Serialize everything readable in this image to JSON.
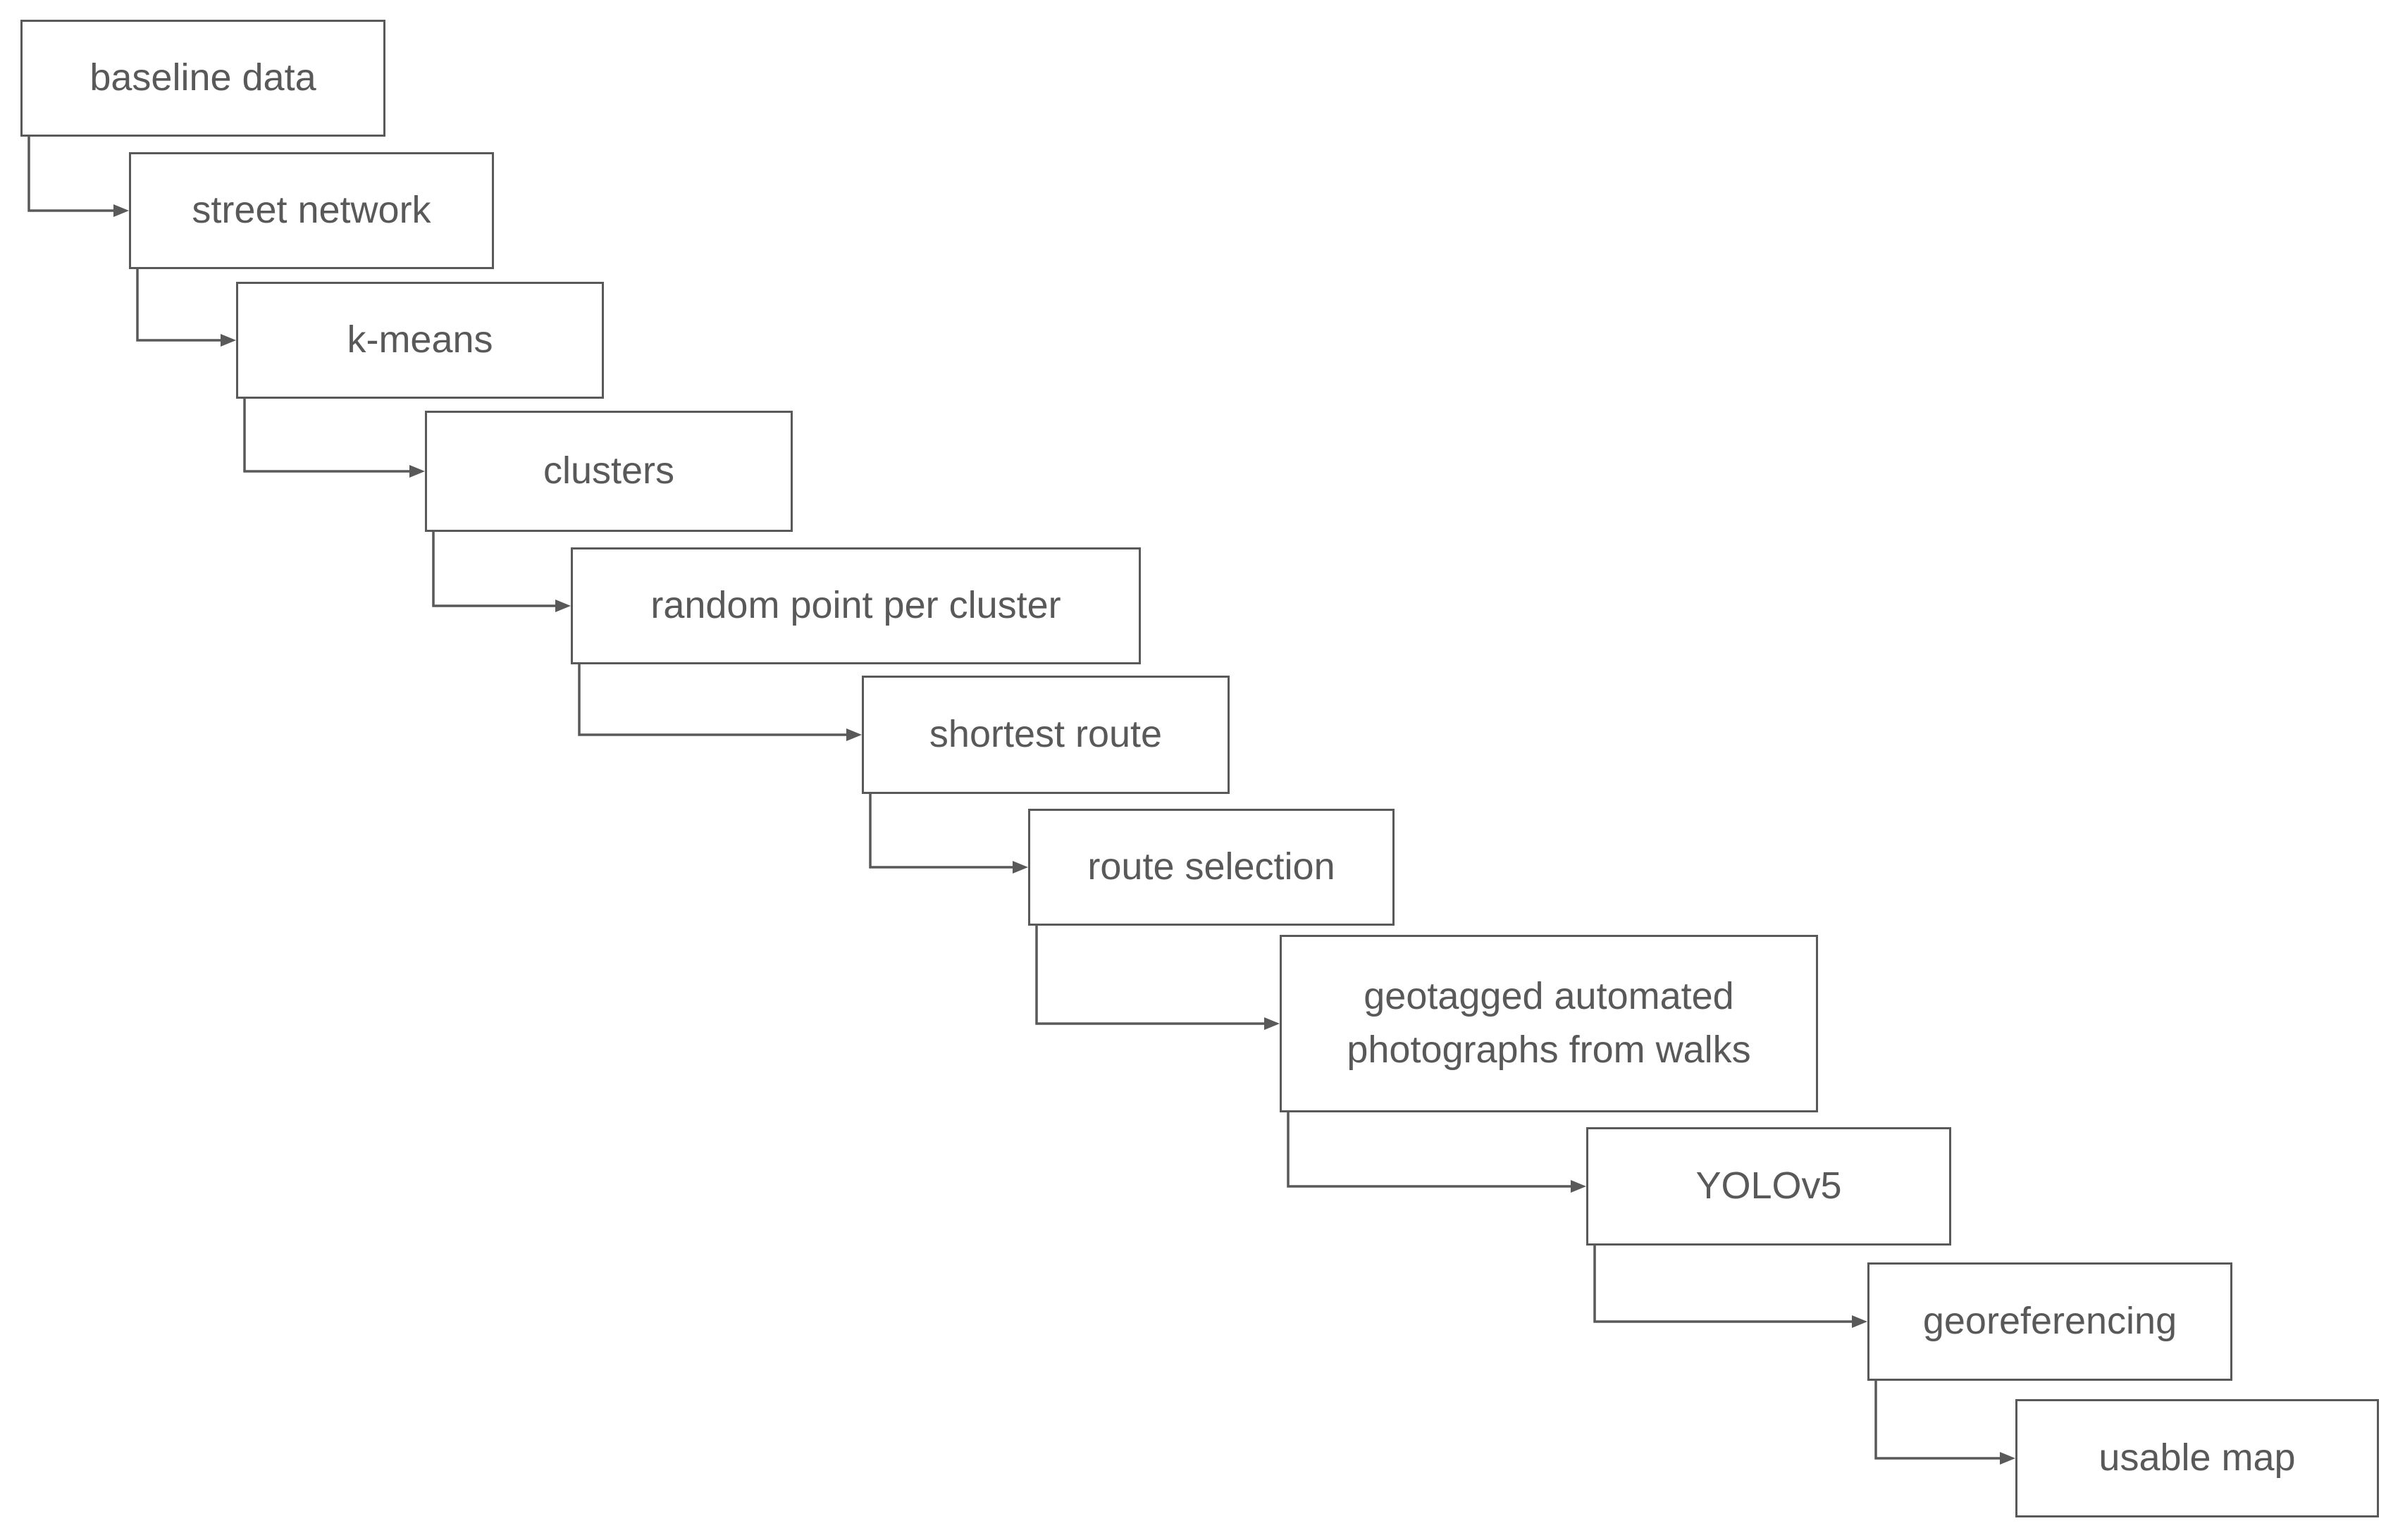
{
  "flow": {
    "steps": [
      {
        "id": "baseline-data",
        "label": "baseline data"
      },
      {
        "id": "street-network",
        "label": "street network"
      },
      {
        "id": "k-means",
        "label": "k-means"
      },
      {
        "id": "clusters",
        "label": "clusters"
      },
      {
        "id": "random-point-per-cluster",
        "label": "random point per cluster"
      },
      {
        "id": "shortest-route",
        "label": "shortest route"
      },
      {
        "id": "route-selection",
        "label": "route selection"
      },
      {
        "id": "geotagged-photographs",
        "label": "geotagged automated photographs from walks"
      },
      {
        "id": "yolov5",
        "label": "YOLOv5"
      },
      {
        "id": "georeferencing",
        "label": "georeferencing"
      },
      {
        "id": "usable-map",
        "label": "usable map"
      }
    ],
    "connector_color": "#595959",
    "text_color": "#595959"
  }
}
